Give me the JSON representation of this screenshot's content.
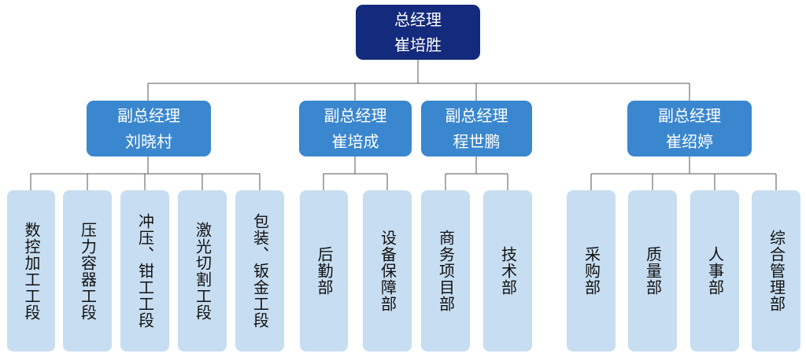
{
  "top": {
    "title": "总经理",
    "name": "崔培胜"
  },
  "vps": [
    {
      "title": "副总经理",
      "name": "刘晓村"
    },
    {
      "title": "副总经理",
      "name": "崔培成"
    },
    {
      "title": "副总经理",
      "name": "程世鹏"
    },
    {
      "title": "副总经理",
      "name": "崔绍婷"
    }
  ],
  "depts": [
    [
      "数控加工工段",
      "压力容器工段",
      "冲压、钳工工段",
      "激光切割工段",
      "包装、钣金工段"
    ],
    [
      "后勤部",
      "设备保障部"
    ],
    [
      "商务项目部",
      "技术部"
    ],
    [
      "采购部",
      "质量部",
      "人事部",
      "综合管理部"
    ]
  ],
  "colors": {
    "top": "#142a7c",
    "vp": "#3a87cf",
    "dept": "#c7ddf1",
    "line": "#555555"
  }
}
